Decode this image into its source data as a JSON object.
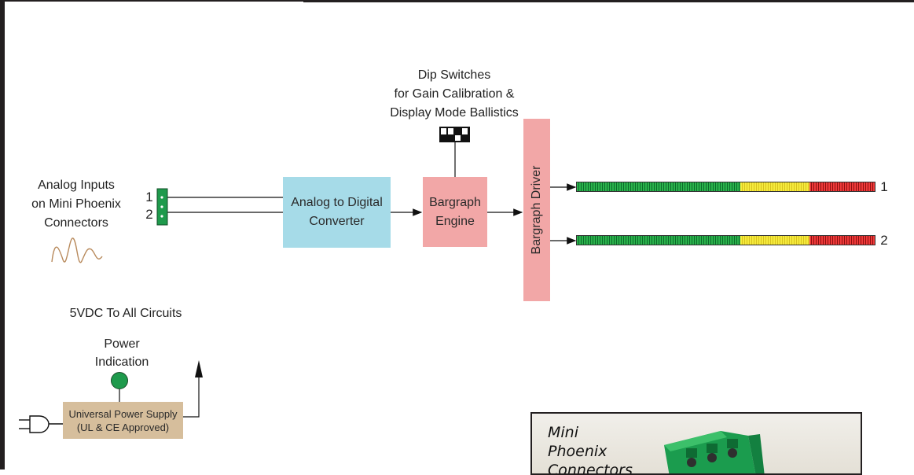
{
  "analog_inputs": {
    "label_lines": [
      "Analog Inputs",
      "on Mini Phoenix",
      "Connectors"
    ],
    "connector_numbers": [
      "1",
      "2"
    ]
  },
  "dip_switches": {
    "label_lines": [
      "Dip Switches",
      "for Gain Calibration &",
      "Display Mode Ballistics"
    ]
  },
  "blocks": {
    "adc_lines": [
      "Analog to Digital",
      "Converter"
    ],
    "engine_lines": [
      "Bargraph",
      "Engine"
    ],
    "driver": "Bargraph Driver",
    "power_supply_lines": [
      "Universal Power Supply",
      "(UL & CE Approved)"
    ]
  },
  "meters": [
    {
      "label": "1",
      "green_fraction": 0.55,
      "yellow_fraction": 0.23,
      "red_fraction": 0.22
    },
    {
      "label": "2",
      "green_fraction": 0.55,
      "yellow_fraction": 0.23,
      "red_fraction": 0.22
    }
  ],
  "power": {
    "circuits_label": "5VDC To All Circuits",
    "indication_lines": [
      "Power",
      "Indication"
    ]
  },
  "photo": {
    "caption_lines": [
      "Mini",
      "Phoenix",
      "Connectors"
    ]
  },
  "colors": {
    "adc_block": "#a6dbe8",
    "bargraph_blocks": "#f2a7a7",
    "power_supply_block": "#d6be9c",
    "connector_green": "#1e9a4c"
  }
}
